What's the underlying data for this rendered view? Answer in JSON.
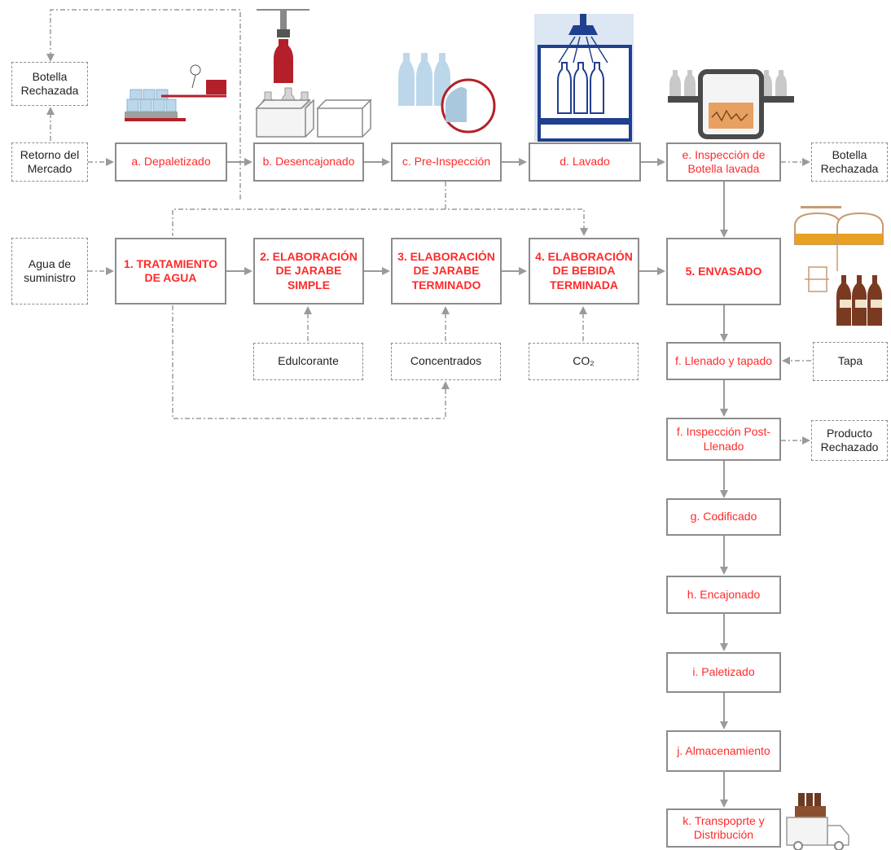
{
  "process_steps": {
    "a": "a. Depaletizado",
    "b": "b. Desencajonado",
    "c": "c. Pre-Inspección",
    "d": "d. Lavado",
    "e": "e. Inspección de Botella lavada",
    "s1": "1. TRATAMIENTO DE AGUA",
    "s2": "2. ELABORACIÓN DE JARABE SIMPLE",
    "s3": "3. ELABORACIÓN DE JARABE TERMINADO",
    "s4": "4. ELABORACIÓN DE BEBIDA TERMINADA",
    "s5": "5. ENVASADO",
    "f1": "f. Llenado y tapado",
    "f2": "f. Inspección Post-Llenado",
    "g": "g. Codificado",
    "h": "h. Encajonado",
    "i": "i. Paletizado",
    "j": "j. Almacenamiento",
    "k": "k. Transpoprte y Distribución"
  },
  "inputs": {
    "retorno": "Retorno del Mercado",
    "agua": "Agua de suministro",
    "edulcorante": "Edulcorante",
    "concentrados": "Concentrados",
    "co2": "CO₂",
    "tapa": "Tapa"
  },
  "rejects": {
    "botella_top": "Botella Rechazada",
    "botella_right": "Botella Rechazada",
    "producto": "Producto Rechazado"
  },
  "colors": {
    "step_text": "#ff2a2a",
    "border": "#8c8c8c",
    "arrow": "#9a9a9a",
    "bottle_red": "#b3202a",
    "bottle_brown": "#7a3a22",
    "washer_blue": "#1f3f8f",
    "amber": "#e8a020"
  },
  "icons": [
    "depaletizer-icon",
    "decaser-icon",
    "pre-inspection-icon",
    "washer-icon",
    "inspection-icon",
    "filler-icon",
    "truck-icon"
  ]
}
